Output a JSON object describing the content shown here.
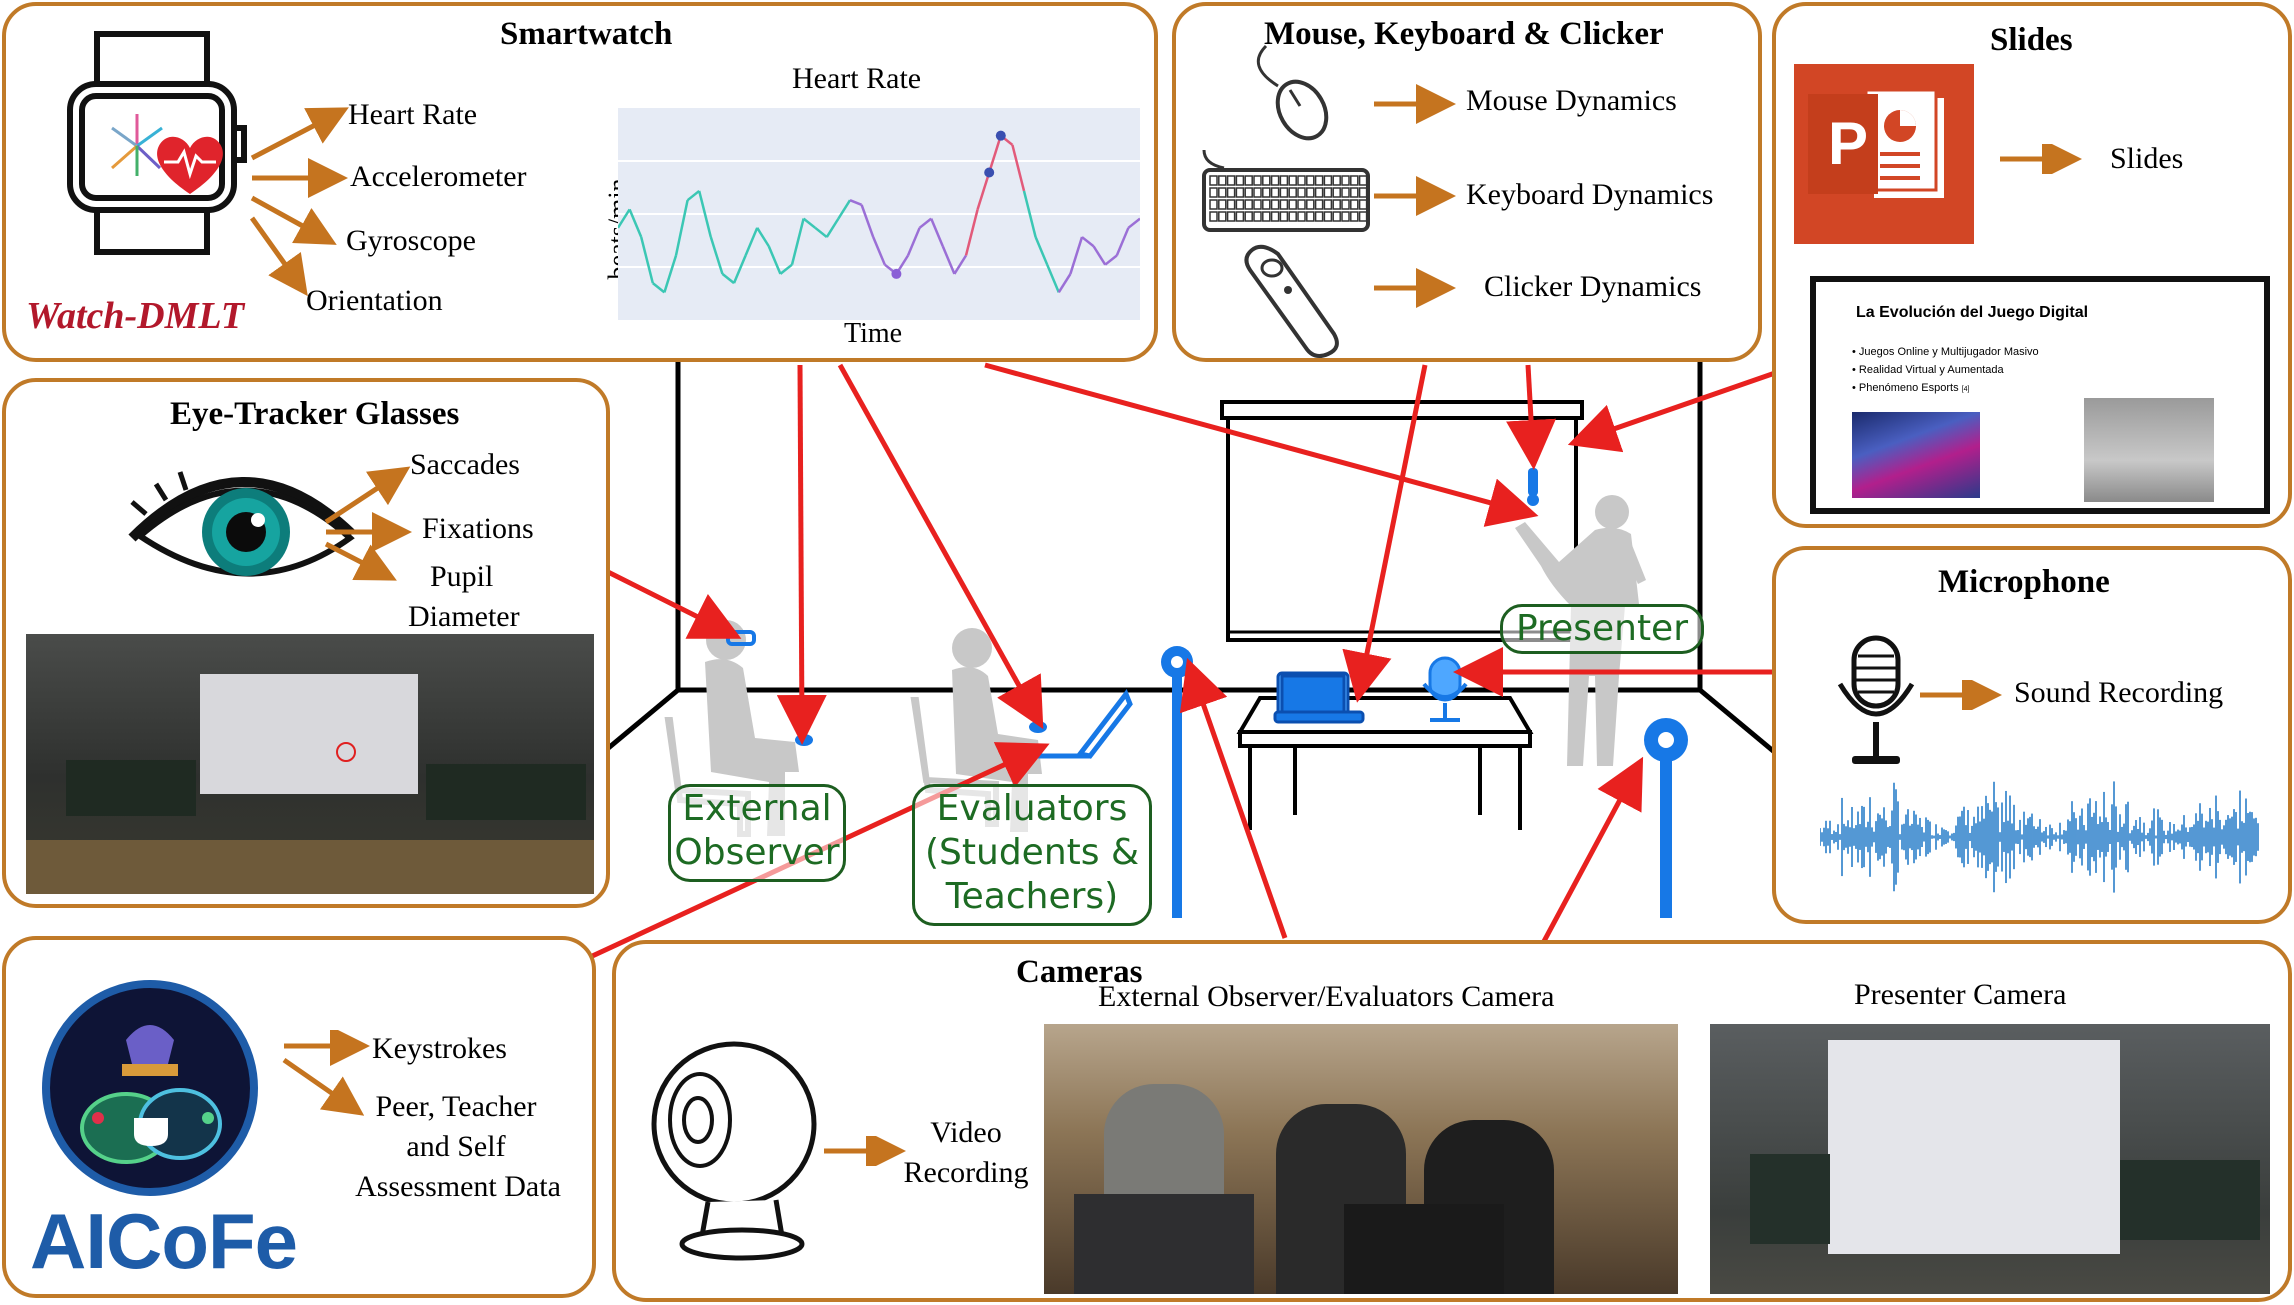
{
  "smartwatch": {
    "title": "Smartwatch",
    "brand": "Watch-DMLT",
    "outputs": [
      "Heart Rate",
      "Accelerometer",
      "Gyroscope",
      "Orientation"
    ],
    "chart_title": "Heart Rate",
    "chart_ylabel": "beats/min",
    "chart_xlabel": "Time"
  },
  "chart_data": {
    "type": "line",
    "title": "Heart Rate",
    "xlabel": "Time",
    "ylabel": "beats/min",
    "grid": true,
    "series_colors": [
      "#3bc7b4",
      "#9b6fd6",
      "#e25a7a"
    ],
    "values": [
      72,
      76,
      70,
      60,
      58,
      66,
      78,
      80,
      70,
      62,
      60,
      66,
      72,
      68,
      62,
      64,
      74,
      72,
      70,
      74,
      78,
      77,
      70,
      64,
      62,
      66,
      72,
      74,
      68,
      62,
      66,
      76,
      84,
      92,
      90,
      80,
      70,
      64,
      58,
      62,
      70,
      68,
      64,
      66,
      72,
      74
    ]
  },
  "mouse_panel": {
    "title": "Mouse, Keyboard & Clicker",
    "outputs": [
      "Mouse Dynamics",
      "Keyboard Dynamics",
      "Clicker Dynamics"
    ]
  },
  "slides_panel": {
    "title": "Slides",
    "output": "Slides",
    "slide_title": "La Evolución del Juego Digital",
    "bullets": [
      "Juegos Online y Multijugador Masivo",
      "Realidad Virtual y Aumentada",
      "Phenómeno Esports"
    ],
    "bullet_note": "[4]"
  },
  "eye_panel": {
    "title": "Eye-Tracker Glasses",
    "outputs": [
      "Saccades",
      "Fixations",
      "Pupil",
      "Diameter"
    ]
  },
  "microphone_panel": {
    "title": "Microphone",
    "output": "Sound Recording"
  },
  "aicofe_panel": {
    "logo_text": "AICoFe",
    "outputs": [
      "Keystrokes",
      "Peer, Teacher",
      "and Self",
      "Assessment Data"
    ]
  },
  "cameras_panel": {
    "title": "Cameras",
    "output_line1": "Video",
    "output_line2": "Recording",
    "camera1_label": "External Observer/Evaluators Camera",
    "camera2_label": "Presenter Camera"
  },
  "roles": {
    "presenter": "Presenter",
    "observer_line1": "External",
    "observer_line2": "Observer",
    "evaluators_line1": "Evaluators",
    "evaluators_line2": "(Students &",
    "evaluators_line3": "Teachers)"
  },
  "colors": {
    "panel_border": "#c07a28",
    "arrow_orange": "#c5741f",
    "arrow_red": "#e8211f",
    "device_blue": "#1778e6",
    "role_green": "#1d6b23",
    "brand_red": "#b2182b",
    "aicofe_blue": "#1e5ca8"
  }
}
